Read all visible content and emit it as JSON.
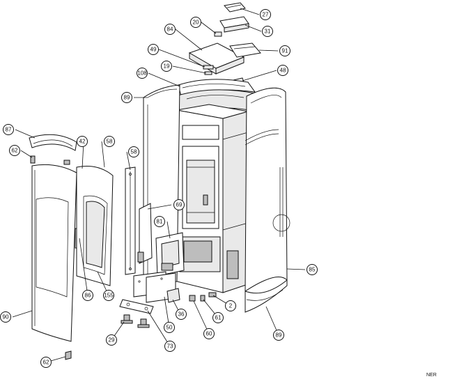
{
  "diagram": {
    "code_label": "NER",
    "callouts": [
      {
        "num": "27"
      },
      {
        "num": "20"
      },
      {
        "num": "31"
      },
      {
        "num": "84"
      },
      {
        "num": "91"
      },
      {
        "num": "49"
      },
      {
        "num": "19"
      },
      {
        "num": "48"
      },
      {
        "num": "108"
      },
      {
        "num": "89"
      },
      {
        "num": "87"
      },
      {
        "num": "42"
      },
      {
        "num": "58"
      },
      {
        "num": "62"
      },
      {
        "num": "58"
      },
      {
        "num": "69"
      },
      {
        "num": "81"
      },
      {
        "num": "85"
      },
      {
        "num": "90"
      },
      {
        "num": "86"
      },
      {
        "num": "155"
      },
      {
        "num": "36"
      },
      {
        "num": "50"
      },
      {
        "num": "2"
      },
      {
        "num": "61"
      },
      {
        "num": "60"
      },
      {
        "num": "89"
      },
      {
        "num": "29"
      },
      {
        "num": "73"
      },
      {
        "num": "62"
      }
    ]
  }
}
